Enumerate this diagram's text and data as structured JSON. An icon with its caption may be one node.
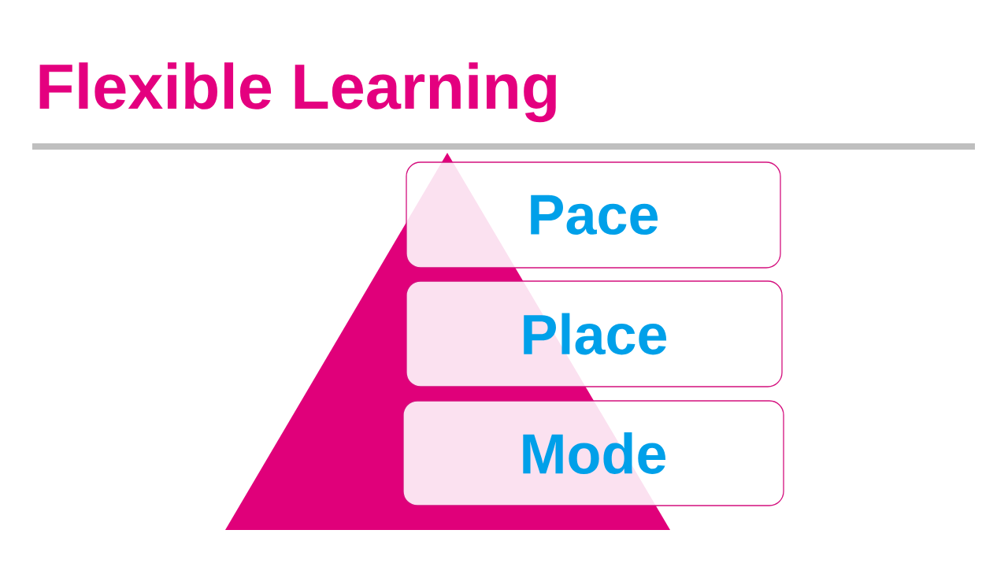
{
  "diagram": {
    "title": "Flexible Learning",
    "nodes": [
      {
        "text": [],
        "shape": "triangle"
      },
      {
        "text": [
          "Pace"
        ]
      },
      {
        "text": [
          "Place"
        ]
      },
      {
        "text": [
          "Mode"
        ]
      }
    ]
  }
}
